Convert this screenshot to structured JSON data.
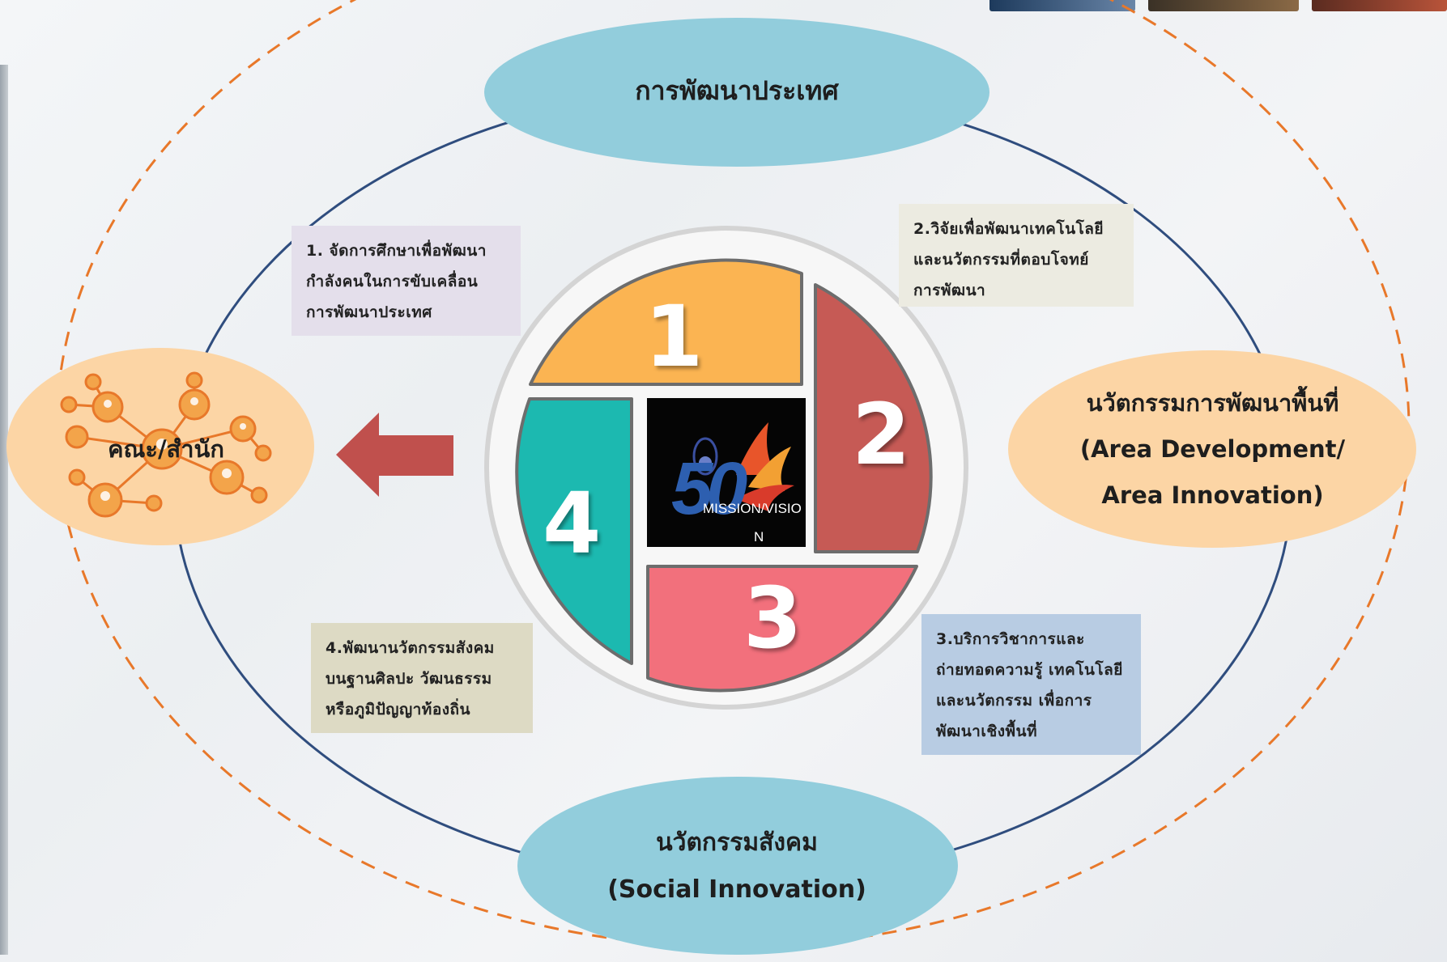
{
  "top_ellipse": {
    "label": "การพัฒนาประเทศ"
  },
  "right_ellipse": {
    "line1": "นวัตกรรมการพัฒนาพื้นที่",
    "line2": "(Area Development/",
    "line3": "Area Innovation)"
  },
  "bottom_ellipse": {
    "line1": "นวัตกรรมสังคม",
    "line2": "(Social Innovation)"
  },
  "left_network": {
    "label": "คณะ/สำนัก",
    "icon": "people-network-icon"
  },
  "mission_boxes": [
    {
      "lines": [
        "1. จัดการศึกษาเพื่อพัฒนา",
        "กำลังคนในการขับเคลื่อน",
        "การพัฒนาประเทศ"
      ],
      "bg": "#e4dfeb"
    },
    {
      "lines": [
        "2.วิจัยเพื่อพัฒนาเทคโนโลยี",
        "และนวัตกรรมที่ตอบโจทย์",
        "การพัฒนา"
      ],
      "bg": "#ecebe1"
    },
    {
      "lines": [
        "3.บริการวิชาการและ",
        "ถ่ายทอดความรู้ เทคโนโลยี",
        "และนวัตกรรม เพื่อการ",
        "พัฒนาเชิงพื้นที่"
      ],
      "bg": "#b8cce3"
    },
    {
      "lines": [
        "4.พัฒนานวัตกรรมสังคม",
        "บนฐานศิลปะ วัฒนธรรม",
        "หรือภูมิปัญญาท้องถิ่น"
      ],
      "bg": "#dddac4"
    }
  ],
  "quadrants": [
    {
      "number": "1",
      "color": "#fbb452"
    },
    {
      "number": "2",
      "color": "#c65a55"
    },
    {
      "number": "3",
      "color": "#f2707c"
    },
    {
      "number": "4",
      "color": "#1cb9b0"
    }
  ],
  "center_logo": {
    "numeral": "50",
    "text_line1": "MISSION/VISIO",
    "text_line2": "N"
  },
  "arrow": {
    "direction": "left",
    "color": "#c0504d"
  },
  "colors": {
    "ellipse_blue": "#92cddc",
    "ellipse_peach": "#fcd5a5",
    "dashed_orange": "#e8782a",
    "ring_navy": "#2f4d7e"
  }
}
